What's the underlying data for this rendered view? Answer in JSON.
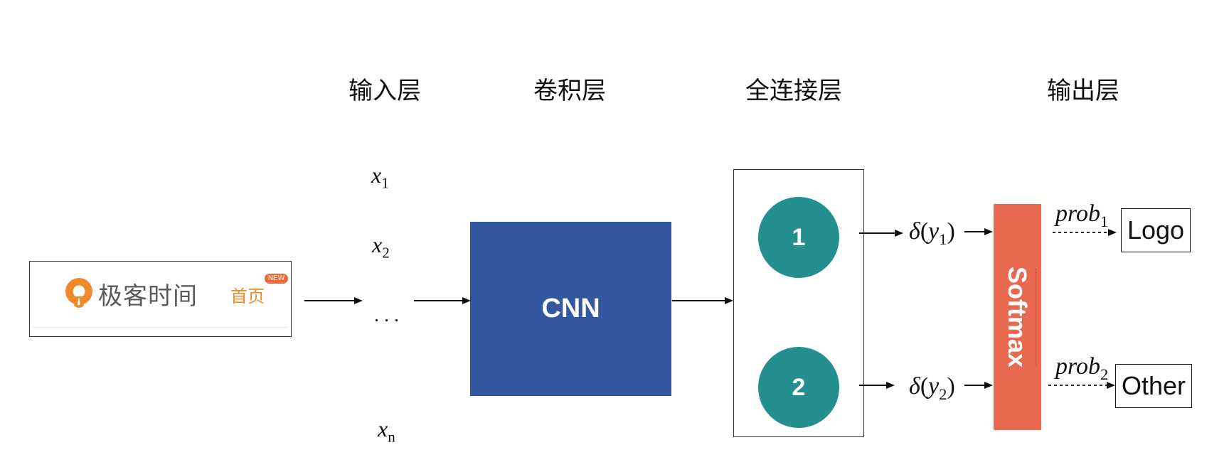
{
  "layers": {
    "input": "输入层",
    "conv": "卷积层",
    "fc": "全连接层",
    "output": "输出层"
  },
  "input_image": {
    "brand_name": "极客时间",
    "home_link": "首页",
    "badge": "NEW",
    "brand_color": "#ef8a2b"
  },
  "input_features": {
    "x1": {
      "var": "x",
      "sub": "1"
    },
    "x2": {
      "var": "x",
      "sub": "2"
    },
    "ellipsis": ". . .",
    "xn": {
      "var": "x",
      "sub": "n"
    }
  },
  "cnn_label": "CNN",
  "neurons": [
    "1",
    "2"
  ],
  "activations": [
    {
      "fn": "δ",
      "open": "(",
      "var": "y",
      "sub": "1",
      "close": ")"
    },
    {
      "fn": "δ",
      "open": "(",
      "var": "y",
      "sub": "2",
      "close": ")"
    }
  ],
  "softmax_label": "Softmax",
  "probs": [
    {
      "var": "prob",
      "sub": "1"
    },
    {
      "var": "prob",
      "sub": "2"
    }
  ],
  "outputs": [
    "Logo",
    "Other"
  ],
  "colors": {
    "cnn": "#3358a0",
    "neuron": "#238f8f",
    "softmax": "#e8694f"
  }
}
